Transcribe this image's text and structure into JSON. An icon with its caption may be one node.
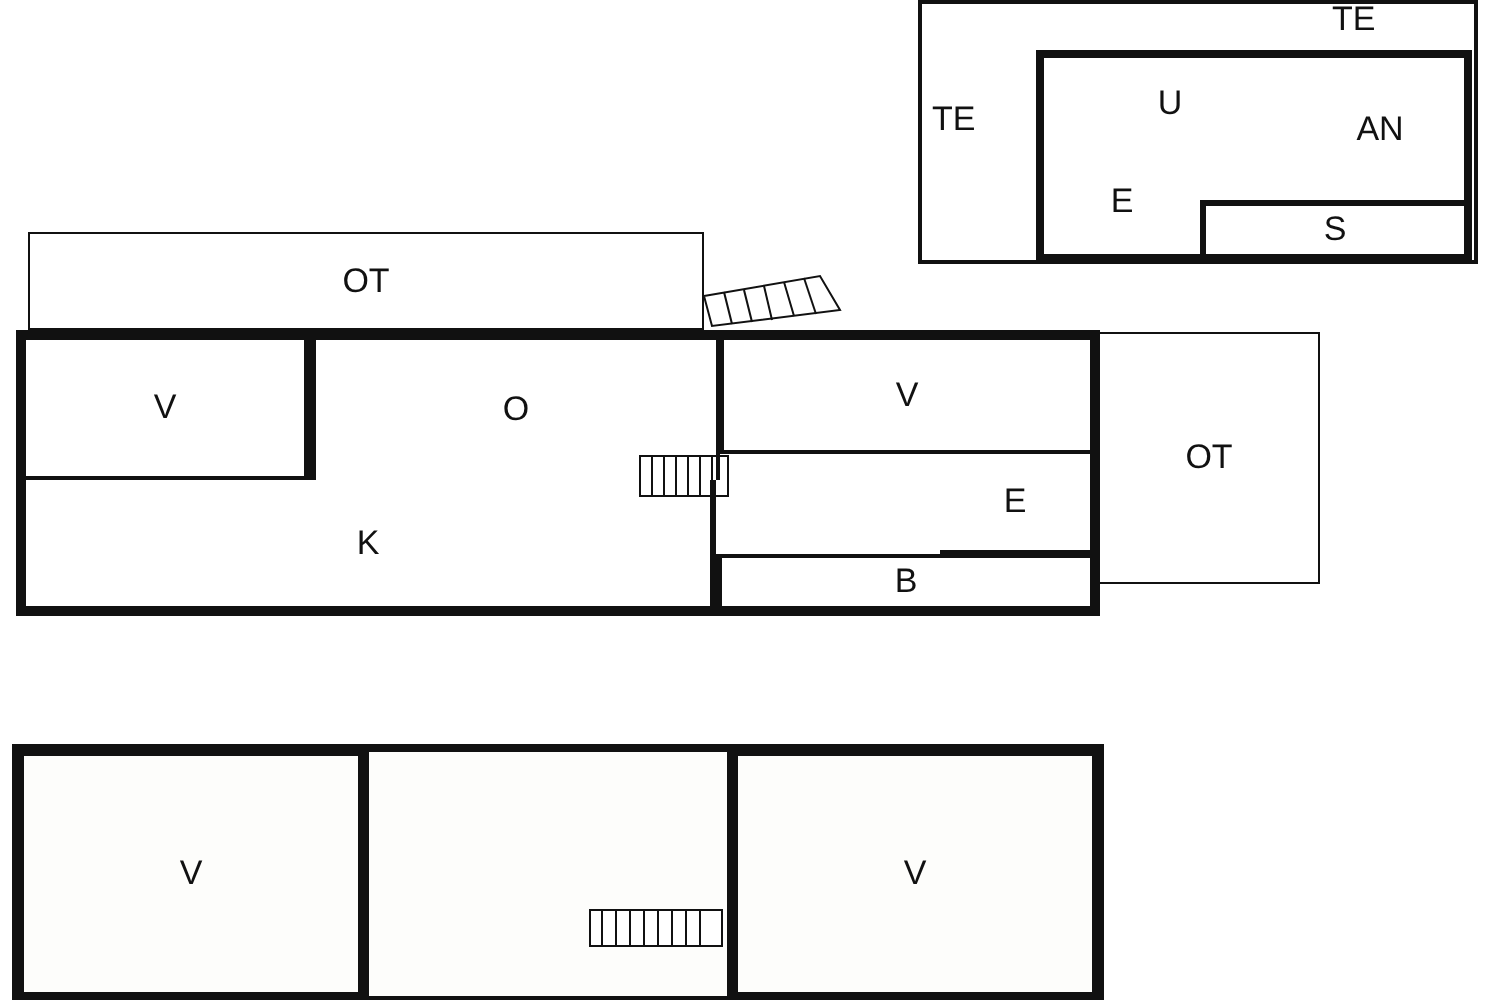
{
  "diagram": {
    "nodes": [
      {
        "text": [
          "U"
        ]
      },
      {
        "text": [
          "AN"
        ]
      },
      {
        "text": [
          "E"
        ]
      },
      {
        "text": [
          "S"
        ]
      },
      {
        "text": [
          "OT"
        ]
      },
      {
        "text": [
          "V"
        ]
      },
      {
        "text": [
          "O"
        ]
      },
      {
        "text": [
          "V"
        ]
      },
      {
        "text": [
          "OT"
        ]
      },
      {
        "text": [
          "K"
        ]
      },
      {
        "text": [
          "E"
        ]
      },
      {
        "text": [
          "B"
        ]
      },
      {
        "text": [
          "V"
        ]
      },
      {
        "text": [
          "V"
        ]
      }
    ],
    "labels": [
      "TE",
      "TE"
    ]
  }
}
